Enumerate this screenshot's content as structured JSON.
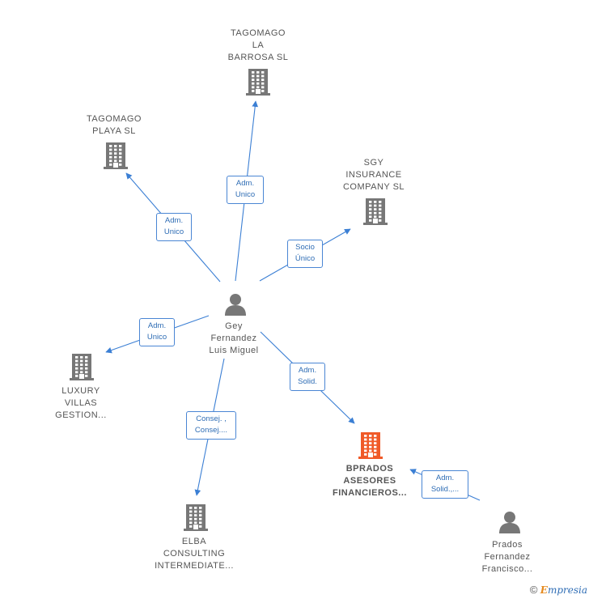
{
  "nodes": [
    {
      "id": "tagomago-la-barrosa",
      "label": "TAGOMAGO\nLA\nBARROSA  SL",
      "kind": "company"
    },
    {
      "id": "tagomago-playa",
      "label": "TAGOMAGO\nPLAYA  SL",
      "kind": "company"
    },
    {
      "id": "sgy-insurance",
      "label": "SGY\nINSURANCE\nCOMPANY  SL",
      "kind": "company"
    },
    {
      "id": "gey-fernandez",
      "label": "Gey\nFernandez\nLuis Miguel",
      "kind": "person"
    },
    {
      "id": "luxury-villas",
      "label": "LUXURY\nVILLAS\nGESTION...",
      "kind": "company"
    },
    {
      "id": "bprados",
      "label": "BPRADOS\nASESORES\nFINANCIEROS...",
      "kind": "company-highlight"
    },
    {
      "id": "elba-consulting",
      "label": "ELBA\nCONSULTING\nINTERMEDIATE...",
      "kind": "company"
    },
    {
      "id": "prados-fernandez",
      "label": "Prados\nFernandez\nFrancisco...",
      "kind": "person"
    }
  ],
  "edges": [
    {
      "from": "gey-fernandez",
      "to": "tagomago-la-barrosa",
      "label": "Adm.\nUnico"
    },
    {
      "from": "gey-fernandez",
      "to": "tagomago-playa",
      "label": "Adm.\nUnico"
    },
    {
      "from": "gey-fernandez",
      "to": "sgy-insurance",
      "label": "Socio\nÚnico"
    },
    {
      "from": "gey-fernandez",
      "to": "luxury-villas",
      "label": "Adm.\nUnico"
    },
    {
      "from": "gey-fernandez",
      "to": "bprados",
      "label": "Adm.\nSolid."
    },
    {
      "from": "gey-fernandez",
      "to": "elba-consulting",
      "label": "Consej. ,\nConsej...."
    },
    {
      "from": "prados-fernandez",
      "to": "bprados",
      "label": "Adm.\nSolid.,..."
    }
  ],
  "colors": {
    "company": "#777777",
    "highlight": "#f05a28",
    "edge": "#3b7fd4",
    "edge_text": "#2f6db5"
  },
  "icons": {
    "company": "building-icon",
    "person": "person-icon"
  },
  "footer": {
    "copyright": "©",
    "brand_first": "E",
    "brand_rest": "mpresia"
  }
}
